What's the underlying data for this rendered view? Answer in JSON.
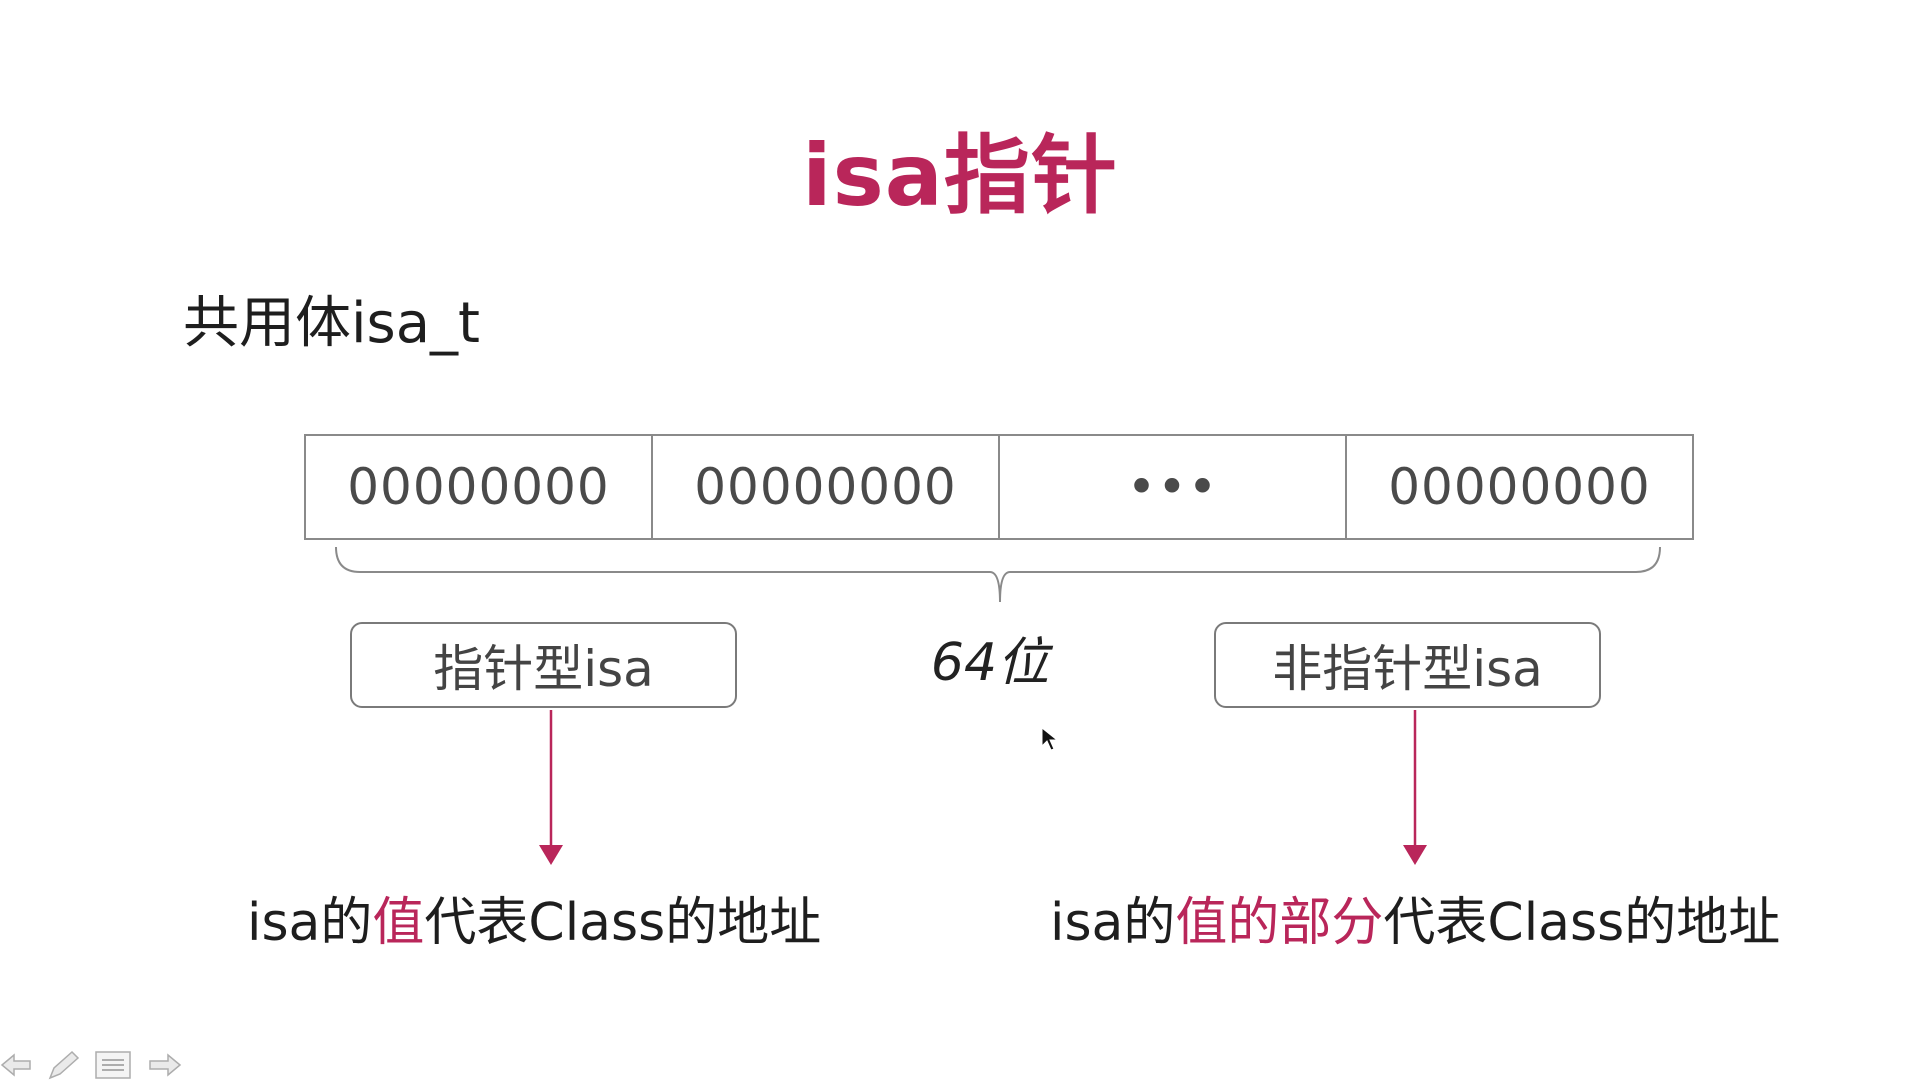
{
  "slide": {
    "title": "isa指针",
    "subtitle": "共用体isa_t",
    "bit_cells": [
      "00000000",
      "00000000",
      "•••",
      "00000000"
    ],
    "bits_label": "64位",
    "pointer_type_label": "指针型isa",
    "non_pointer_type_label": "非指针型isa",
    "left_desc": {
      "prefix": "isa的",
      "highlight": "值",
      "suffix": "代表Class的地址"
    },
    "right_desc": {
      "prefix": "isa的",
      "highlight": "值的部分",
      "suffix": "代表Class的地址"
    }
  },
  "colors": {
    "accent": "#b9265a",
    "text": "#1e1e1e",
    "border": "#8a8a8a"
  },
  "controls": [
    "prev-arrow-icon",
    "pen-icon",
    "menu-icon",
    "next-arrow-icon"
  ]
}
